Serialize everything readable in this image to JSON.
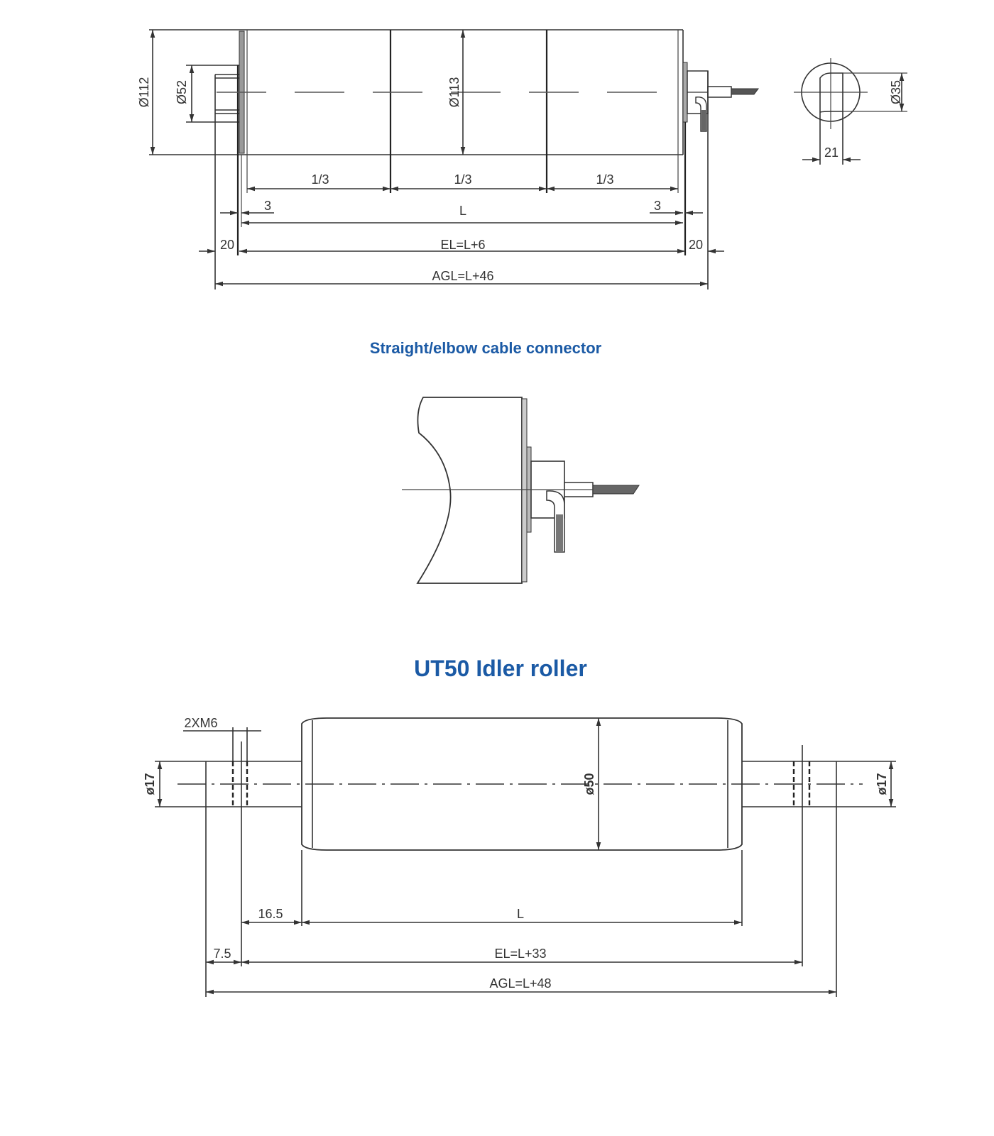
{
  "top_drawing": {
    "dia_112": "Ø112",
    "dia_52": "Ø52",
    "dia_113": "Ø113",
    "dia_35": "Ø35",
    "width_21": "21",
    "third_1": "1/3",
    "third_2": "1/3",
    "third_3": "1/3",
    "gap_left": "3",
    "gap_right": "3",
    "length": "L",
    "shaft_left": "20",
    "shaft_right": "20",
    "el": "EL=L+6",
    "agl": "AGL=L+46"
  },
  "connector_title": "Straight/elbow cable connector",
  "idler_title": "UT50 Idler roller",
  "bottom_drawing": {
    "thread": "2XM6",
    "dia_17_left": "ø17",
    "dia_17_right": "ø17",
    "dia_50": "ø50",
    "offset_16_5": "16.5",
    "length": "L",
    "offset_7_5": "7.5",
    "el": "EL=L+33",
    "agl": "AGL=L+48"
  },
  "colors": {
    "title": "#1b5aa5",
    "line": "#333333"
  }
}
